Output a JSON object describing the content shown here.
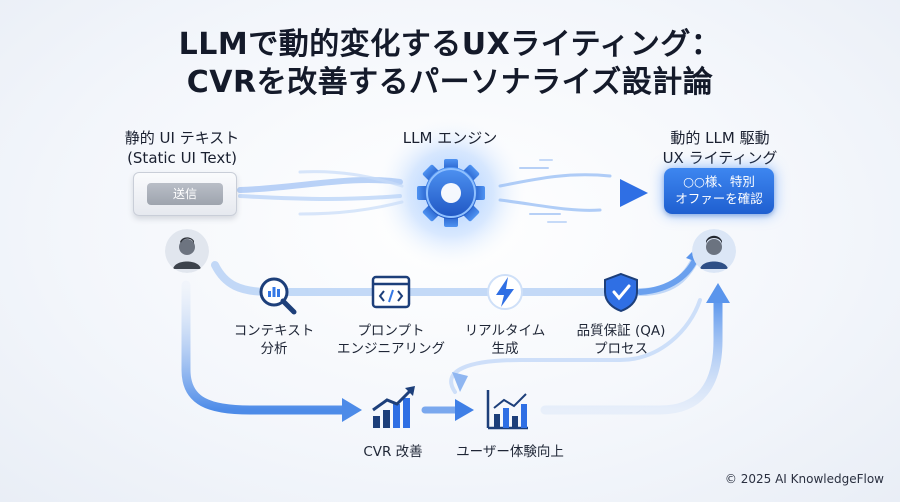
{
  "title": {
    "line1": "LLMで動的変化するUXライティング：",
    "line2": "CVRを改善するパーソナライズ設計論"
  },
  "static_ui": {
    "title_line1": "静的 UI テキスト",
    "title_line2": "(Static UI Text)",
    "button_label": "送信"
  },
  "engine": {
    "title": "LLM エンジン"
  },
  "dynamic_ui": {
    "title_line1": "動的 LLM 駆動",
    "title_line2": "UX ライティング",
    "offer_line1": "○○様、特別",
    "offer_line2": "オファーを確認"
  },
  "steps": [
    {
      "icon": "magnifier-chart-icon",
      "line1": "コンテキスト",
      "line2": "分析"
    },
    {
      "icon": "code-window-icon",
      "line1": "プロンプト",
      "line2": "エンジニアリング"
    },
    {
      "icon": "lightning-icon",
      "line1": "リアルタイム",
      "line2": "生成"
    },
    {
      "icon": "shield-check-icon",
      "line1": "品質保証 (QA)",
      "line2": "プロセス"
    }
  ],
  "outcomes": [
    {
      "icon": "rising-bar-chart-icon",
      "label": "CVR 改善"
    },
    {
      "icon": "line-bar-chart-icon",
      "label": "ユーザー体験向上"
    }
  ],
  "footer": {
    "copyright": "© 2025 AI KnowledgeFlow"
  },
  "colors": {
    "accent_blue": "#2f6fe4",
    "glow_blue": "#7fb2ff",
    "navy_icon": "#1d3f7a",
    "title_text": "#141a2a"
  }
}
